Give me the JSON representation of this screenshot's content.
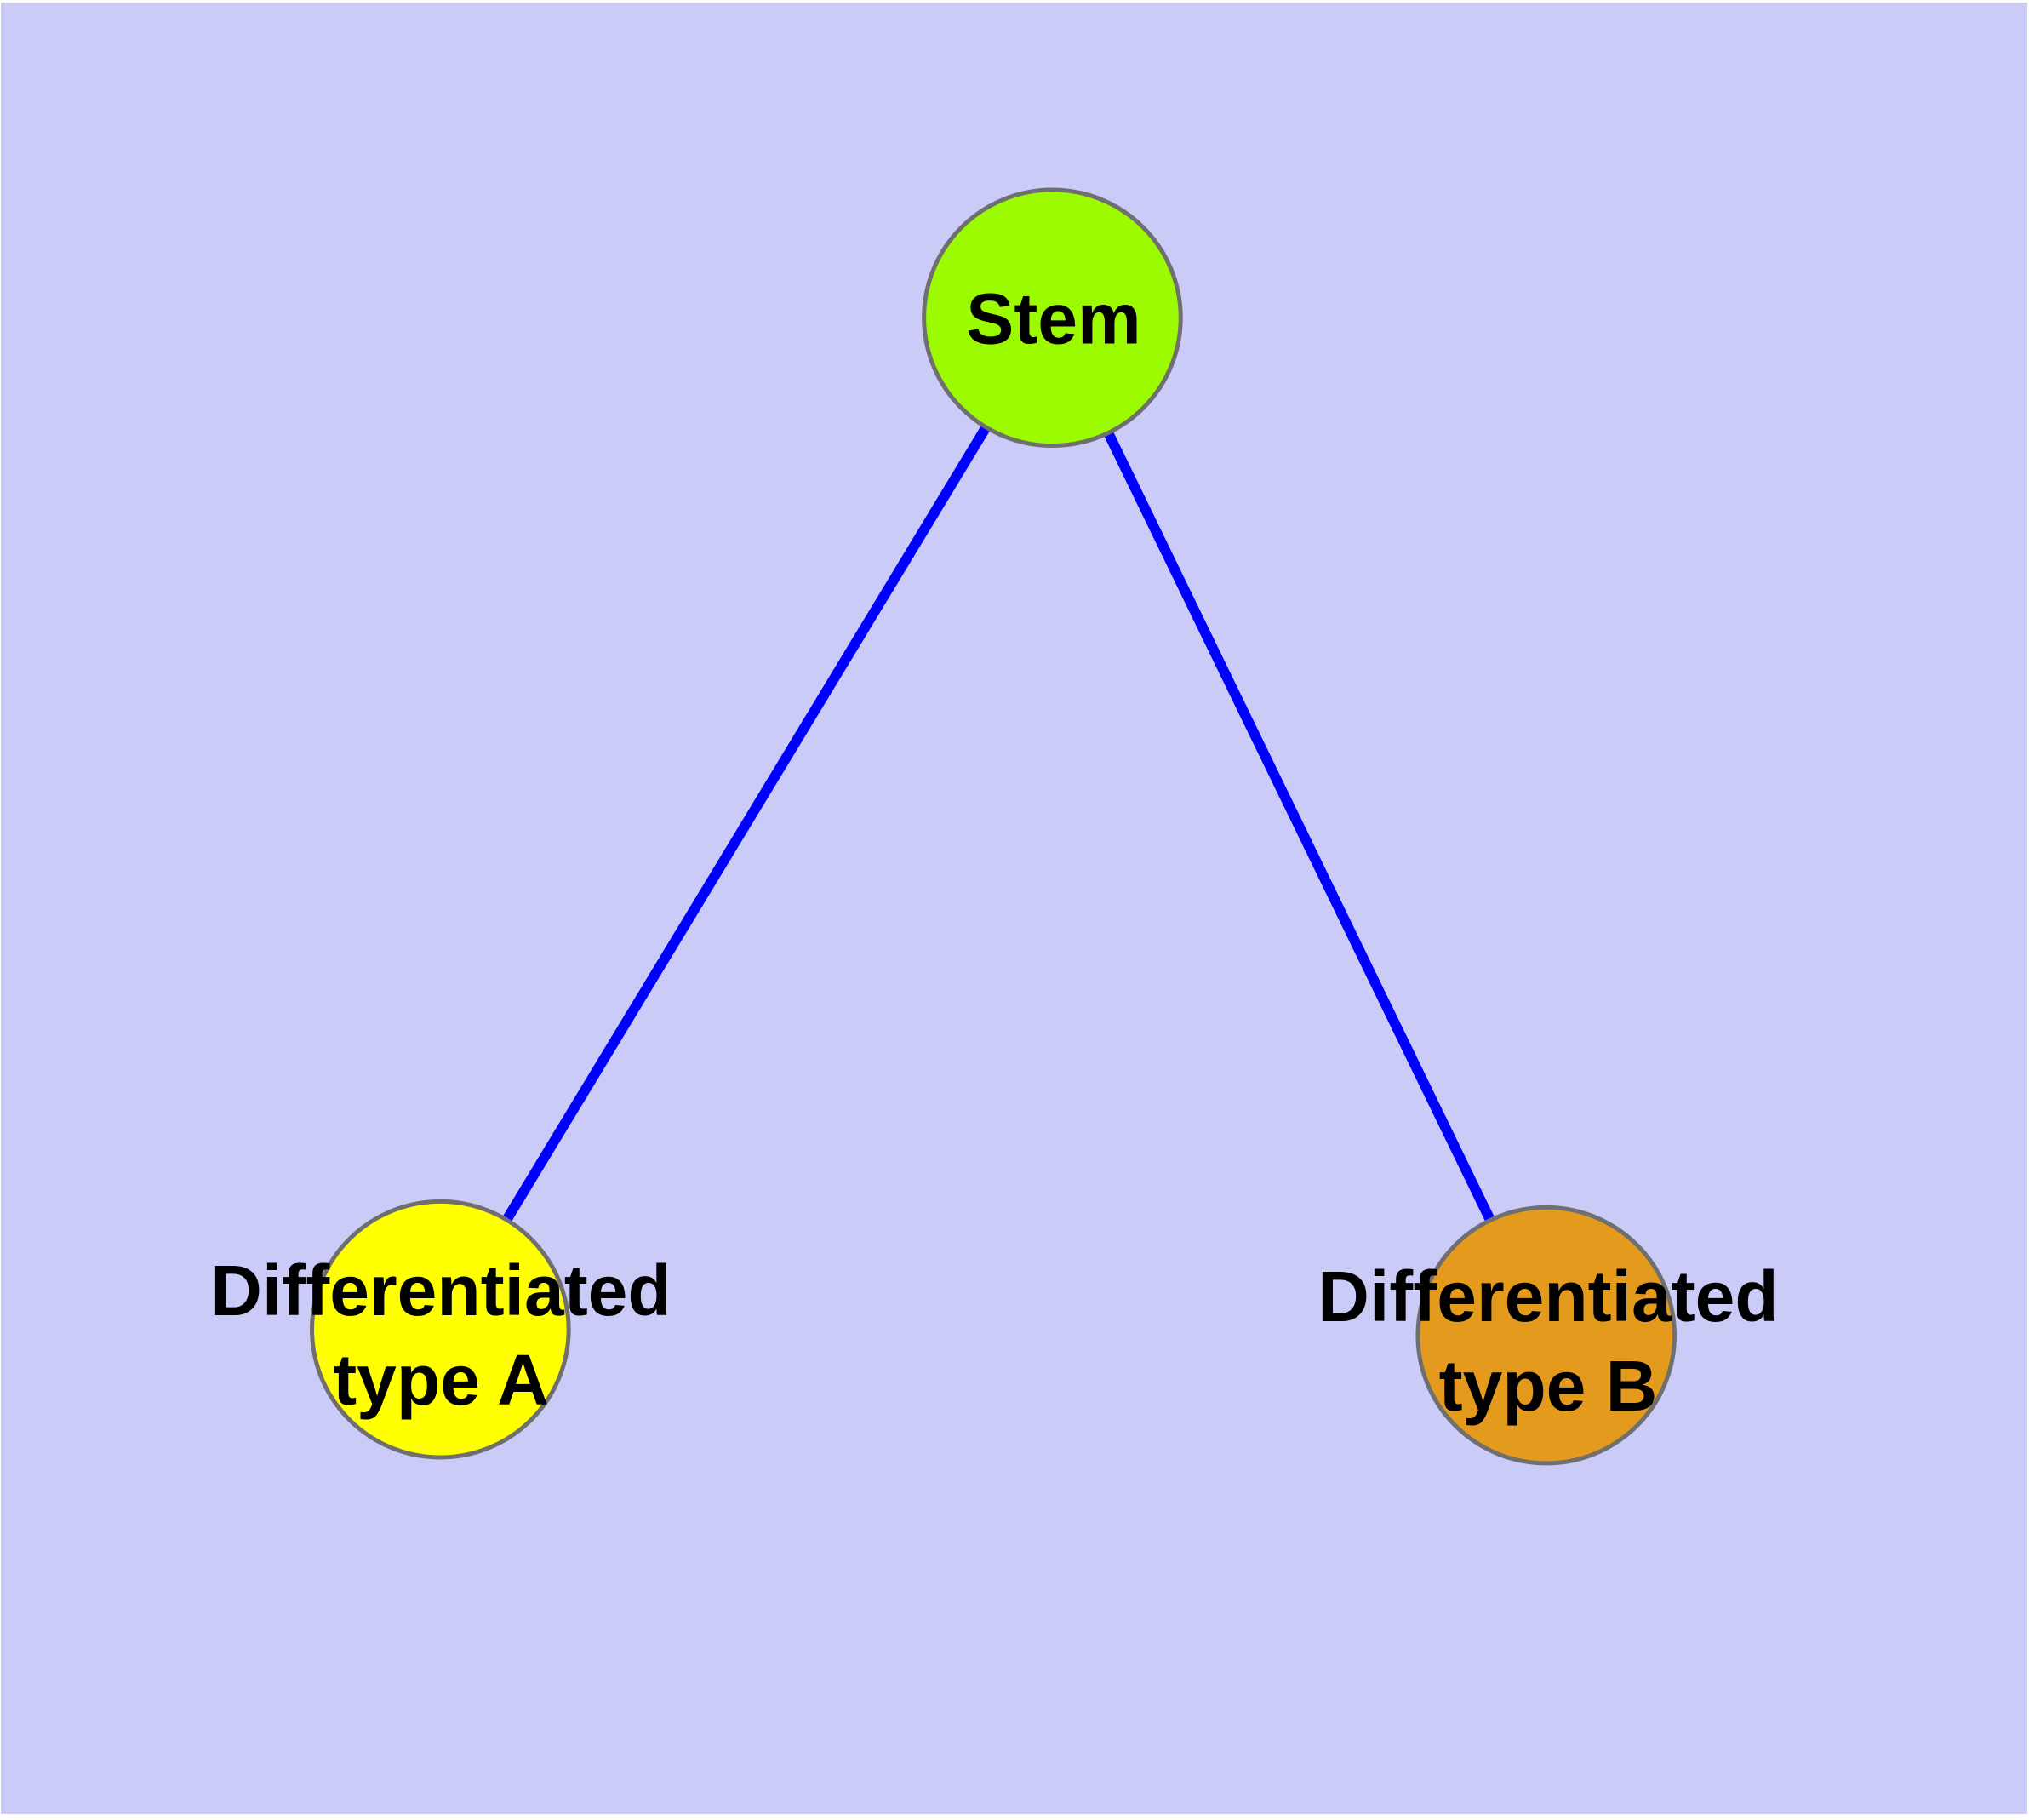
{
  "diagram": {
    "type": "graph",
    "background_color": "#CBCBF8",
    "page_margin_color": "#FFFFFF",
    "edge_color": "#0000FF",
    "node_border_color": "#6F6F6F",
    "label_color": "#000000",
    "nodes": [
      {
        "id": "stem",
        "label": "Stem",
        "line1": "Stem",
        "line2": "",
        "fill": "#9CFB00"
      },
      {
        "id": "type-a",
        "label": "Differentiated type A",
        "line1": "Differentiated",
        "line2": "type A",
        "fill": "#FFFF00"
      },
      {
        "id": "type-b",
        "label": "Differentiated type B",
        "line1": "Differentiated",
        "line2": "type B",
        "fill": "#E49A1D"
      }
    ],
    "edges": [
      {
        "from": "Stem",
        "to": "Differentiated type A"
      },
      {
        "from": "Stem",
        "to": "Differentiated type B"
      }
    ]
  }
}
